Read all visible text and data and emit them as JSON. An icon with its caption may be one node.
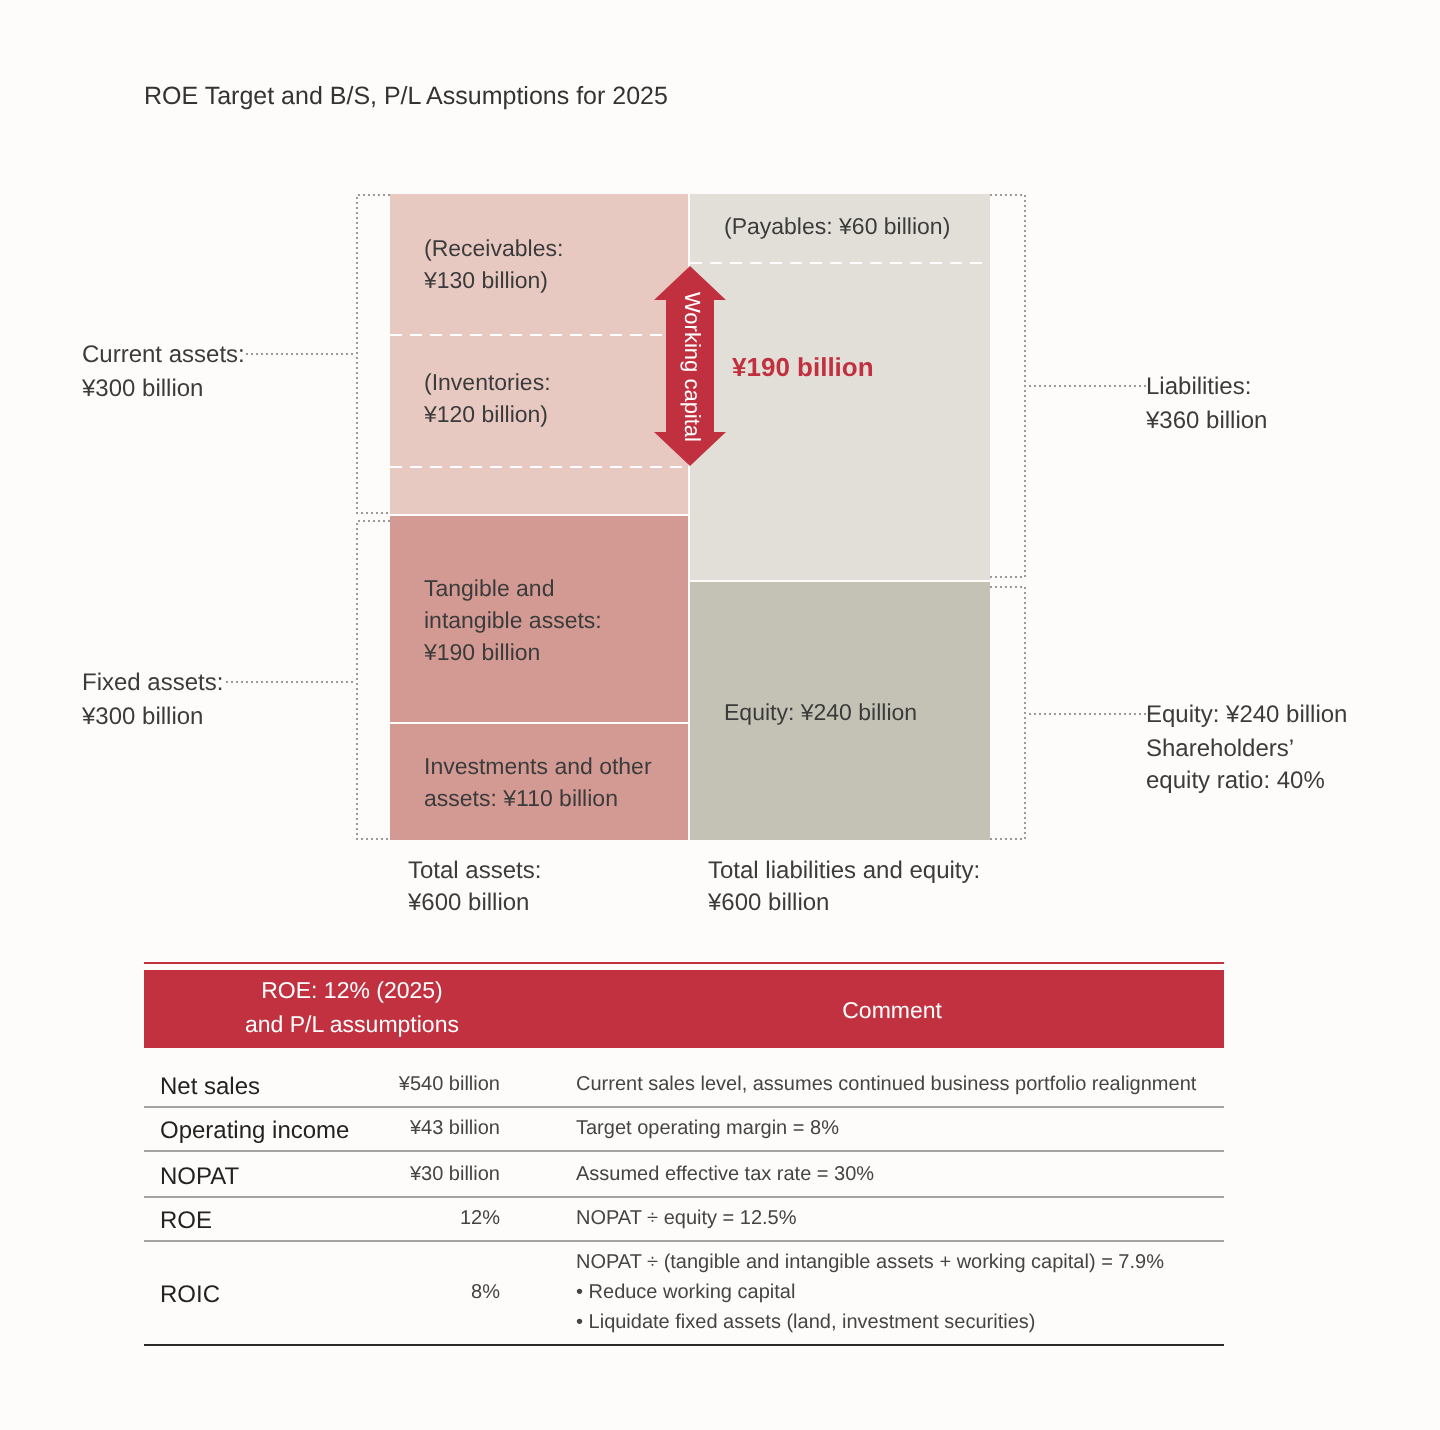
{
  "diagram": {
    "title": "ROE Target and B/S, P/L Assumptions for 2025",
    "nodes": [
      {
        "text": [
          "Current assets: ¥300 billion"
        ]
      },
      {
        "text": [
          "(Receivables: ¥130 billion)",
          "(Inventories: ¥120 billion)"
        ]
      },
      {
        "text": [
          "Working capital"
        ],
        "beside": [
          "¥190 billion"
        ]
      },
      {
        "text": [
          "(Payables: ¥60 billion)"
        ]
      },
      {
        "text": [
          "Liabilities: ¥360 billion"
        ]
      },
      {
        "text": [
          "Fixed assets: ¥300 billion"
        ]
      },
      {
        "text": [
          "Tangible and intangible assets: ¥190 billion"
        ]
      },
      {
        "text": [
          "Investments and other assets: ¥110 billion"
        ]
      },
      {
        "text": [
          "Equity: ¥240 billion"
        ]
      },
      {
        "text": [
          "Equity: ¥240 billion",
          "Shareholders’ equity ratio: 40%"
        ]
      },
      {
        "text": [],
        "shape": "bracket"
      },
      {
        "text": [],
        "shape": "bracket"
      },
      {
        "text": [],
        "shape": "bracket"
      },
      {
        "text": [],
        "shape": "bracket"
      }
    ],
    "edges": [
      {
        "from": 0,
        "to": 10,
        "arrow": "none",
        "style": "dashed"
      },
      {
        "from": 4,
        "to": 12,
        "arrow": "none",
        "style": "dashed"
      },
      {
        "from": 5,
        "to": 11,
        "arrow": "none",
        "style": "dashed"
      },
      {
        "from": 9,
        "to": 13,
        "arrow": "none",
        "style": "dashed"
      }
    ],
    "labels": [
      "Total assets: ¥600 billion",
      "Total liabilities and equity: ¥600 billion",
      "ROE: 12% (2025) and P/L assumptions",
      "Comment",
      "Net sales",
      "¥540 billion",
      "Current sales level, assumes continued business portfolio realignment",
      "Operating income",
      "¥43 billion",
      "Target operating margin = 8%",
      "NOPAT",
      "¥30 billion",
      "Assumed effective tax rate = 30%",
      "ROE",
      "12%",
      "NOPAT ÷ equity = 12.5%",
      "ROIC",
      "8%",
      "NOPAT ÷ (tangible and intangible assets + working capital) = 7.9%",
      "• Reduce working capital",
      "• Liquidate fixed assets (land, investment securities)"
    ]
  }
}
